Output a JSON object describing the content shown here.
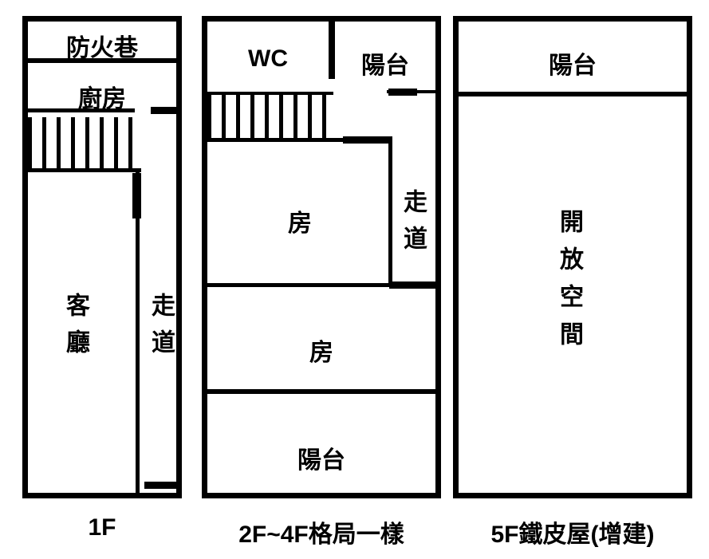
{
  "colors": {
    "background": "#ffffff",
    "wall": "#000000",
    "text": "#000000"
  },
  "plans": {
    "f1": {
      "caption": "1F",
      "rooms": {
        "fire_lane": "防火巷",
        "kitchen": "廚房",
        "living_room": "客廳",
        "hallway": "走道"
      }
    },
    "f2to4": {
      "caption": "2F~4F格局一樣",
      "rooms": {
        "wc": "WC",
        "balcony_top": "陽台",
        "room_upper": "房",
        "hallway": "走道",
        "room_lower": "房",
        "balcony_bottom": "陽台"
      }
    },
    "f5": {
      "caption": "5F鐵皮屋(增建)",
      "rooms": {
        "balcony": "陽台",
        "open_space": "開放空間"
      }
    }
  }
}
